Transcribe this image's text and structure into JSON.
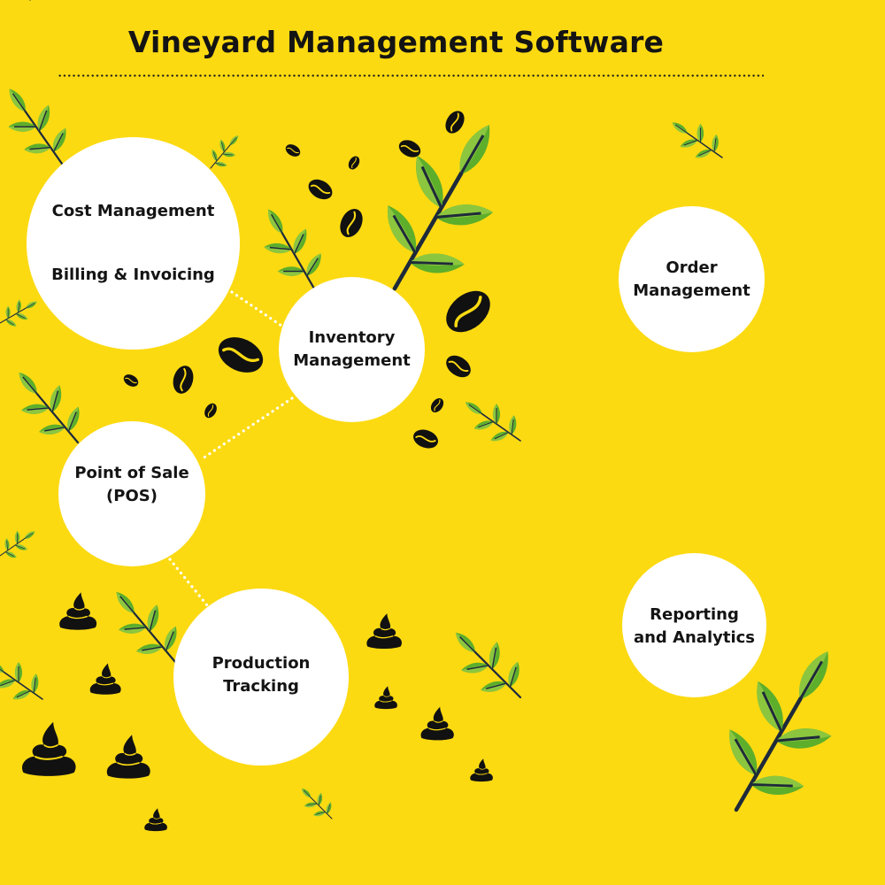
{
  "header": {
    "title": "Vineyard Management Software"
  },
  "colors": {
    "background": "#FCDA12",
    "node_fill": "#FFFFFF",
    "text": "#141414",
    "leaf_light": "#8CC63F",
    "leaf_dark": "#3E8E1E",
    "stem": "#1E2A3A",
    "bean": "#111111",
    "connector": "#FFFFFF"
  },
  "nodes": {
    "cost_billing": {
      "line1": "Cost Management",
      "line2": "Billing & Invoicing"
    },
    "inventory": {
      "line1": "Inventory",
      "line2": "Management"
    },
    "pos": {
      "line1": "Point of Sale",
      "line2": "(POS)"
    },
    "production": {
      "line1": "Production",
      "line2": "Tracking"
    },
    "order": {
      "line1": "Order",
      "line2": "Management"
    },
    "reporting": {
      "line1": "Reporting",
      "line2": "and Analytics"
    }
  },
  "connectors": [
    {
      "from": "cost_billing",
      "to": "inventory"
    },
    {
      "from": "inventory",
      "to": "pos"
    },
    {
      "from": "pos",
      "to": "production"
    }
  ],
  "decorations": {
    "icons": [
      "leaf-sprig-icon",
      "coffee-bean-icon",
      "swirl-pile-icon"
    ]
  }
}
